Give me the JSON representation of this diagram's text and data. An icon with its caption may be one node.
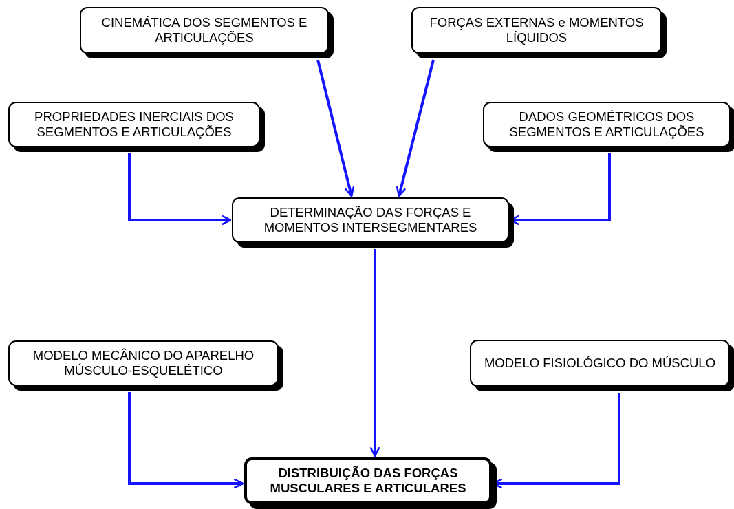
{
  "diagram": {
    "nodes": [
      {
        "text": [
          "CINEMÁTICA DOS SEGMENTOS E ARTICULAÇÕES"
        ]
      },
      {
        "text": [
          "FORÇAS EXTERNAS e MOMENTOS LÍQUIDOS"
        ]
      },
      {
        "text": [
          "PROPRIEDADES INERCIAIS DOS SEGMENTOS E ARTICULAÇÕES"
        ]
      },
      {
        "text": [
          "DADOS GEOMÉTRICOS DOS SEGMENTOS E ARTICULAÇÕES"
        ]
      },
      {
        "text": [
          "DETERMINAÇÃO DAS FORÇAS E MOMENTOS INTERSEGMENTARES"
        ]
      },
      {
        "text": [
          "MODELO MECÂNICO DO APARELHO MÚSCULO-ESQUELÉTICO"
        ]
      },
      {
        "text": [
          "MODELO FISIOLÓGICO DO MÚSCULO"
        ]
      },
      {
        "text": [
          "DISTRIBUIÇÃO DAS FORÇAS MUSCULARES E ARTICULARES"
        ]
      }
    ],
    "edges": [
      {
        "from": 0,
        "to": 4,
        "arrow": "to"
      },
      {
        "from": 1,
        "to": 4,
        "arrow": "to"
      },
      {
        "from": 2,
        "to": 4,
        "arrow": "to"
      },
      {
        "from": 3,
        "to": 4,
        "arrow": "to"
      },
      {
        "from": 4,
        "to": 7,
        "arrow": "to"
      },
      {
        "from": 5,
        "to": 7,
        "arrow": "to"
      },
      {
        "from": 6,
        "to": 7,
        "arrow": "to"
      }
    ]
  }
}
